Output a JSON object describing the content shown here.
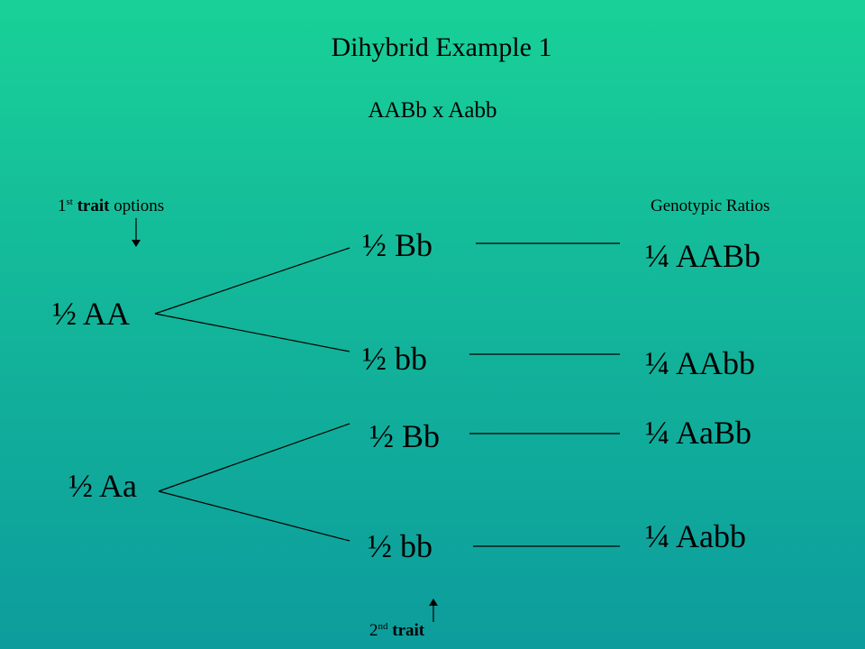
{
  "title": "Dihybrid  Example  1",
  "cross": "AABb  x  Aabb",
  "trait1_label": {
    "sup": "st",
    "prefix": "1",
    "bold": "trait",
    "rest": " options"
  },
  "trait2_label": {
    "prefix": "2",
    "sup": "nd",
    "bold": " trait"
  },
  "genotypic_ratios_label": "Genotypic Ratios",
  "first_trait": [
    "½ AA",
    "½ Aa"
  ],
  "second_trait": [
    "½  Bb",
    "½  bb",
    "½ Bb",
    "½  bb"
  ],
  "genotypes": [
    "¼  AABb",
    "¼  AAbb",
    "¼  AaBb",
    "¼  Aabb"
  ]
}
